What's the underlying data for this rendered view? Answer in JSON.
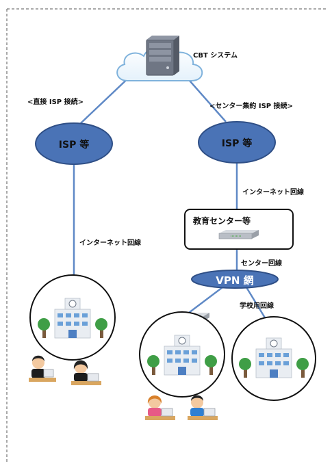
{
  "diagram": {
    "system_label": "CBT システム",
    "direct_label": "<直接 ISP 接続>",
    "center_label": "<センター集約 ISP 接続>",
    "isp_left": "ISP 等",
    "isp_right": "ISP 等",
    "internet_right": "インターネット回線",
    "internet_left": "インターネット回線",
    "education_center": "教育センター等",
    "center_line": "センター回線",
    "vpn": "VPN 網",
    "school_line": "学校用回線"
  },
  "colors": {
    "node_fill": "#4a73b6",
    "node_stroke": "#2f4f86",
    "link": "#5f89c6",
    "border_dash": "#555555"
  }
}
